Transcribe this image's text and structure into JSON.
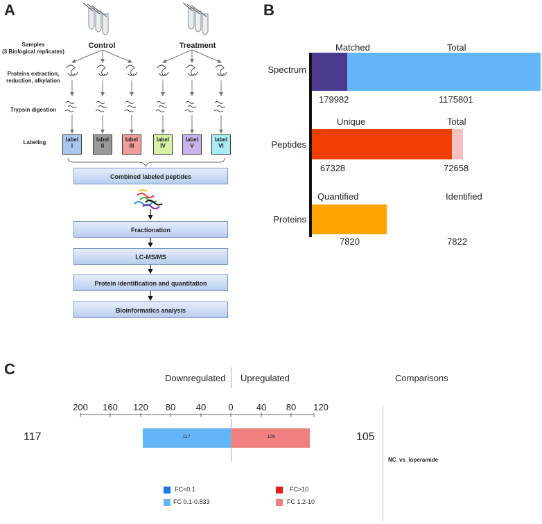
{
  "panels": {
    "a": "A",
    "b": "B",
    "c": "C"
  },
  "panel_a": {
    "samples_label": "Samples\n(3 Biological replicates)",
    "extraction_label": "Proteins extraction,\nreduction, alkylation",
    "digestion_label": "Trypsin digestion",
    "labeling_label": "Labeling",
    "group_control": "Control",
    "group_treatment": "Treatment",
    "labels": [
      {
        "line1": "label",
        "line2": "I",
        "color": "#a9c6ef"
      },
      {
        "line1": "label",
        "line2": "II",
        "color": "#9a9a9a"
      },
      {
        "line1": "label",
        "line2": "III",
        "color": "#f19c9c"
      },
      {
        "line1": "label",
        "line2": "IV",
        "color": "#d8f0a8"
      },
      {
        "line1": "label",
        "line2": "V",
        "color": "#c8b4e6"
      },
      {
        "line1": "label",
        "line2": "VI",
        "color": "#a8ecf4"
      }
    ],
    "steps": [
      "Combined labeled peptides",
      "Fractionation",
      "LC-MS/MS",
      "Protein identification and quantitation",
      "Bioinformatics analysis"
    ]
  },
  "panel_b": {
    "rows": [
      {
        "name": "Spectrum",
        "left_header": "Matched",
        "right_header": "Total",
        "left_value": "179982",
        "right_value": "1175801"
      },
      {
        "name": "Peptides",
        "left_header": "Unique",
        "right_header": "Total",
        "left_value": "67328",
        "right_value": "72658"
      },
      {
        "name": "Proteins",
        "left_header": "Quantified",
        "right_header": "Identified",
        "left_value": "7820",
        "right_value": "7822"
      }
    ]
  },
  "panel_c": {
    "header_down": "Downregulated",
    "header_up": "Upregulated",
    "header_comparisons": "Comparisons",
    "down_ticks": [
      "200",
      "160",
      "120",
      "80",
      "40",
      "0"
    ],
    "up_ticks": [
      "0",
      "40",
      "80",
      "120"
    ],
    "left_total": "117",
    "right_total": "105",
    "comparison_name": "NC_vs_loperamide",
    "legend": [
      {
        "label": "FC<0.1",
        "color": "#1f78e0"
      },
      {
        "label": "FC>10",
        "color": "#e81c1c"
      },
      {
        "label": "FC 0.1-0.833",
        "color": "#64b5f6"
      },
      {
        "label": "FC 1.2-10",
        "color": "#f08080"
      }
    ]
  },
  "chart_data": [
    {
      "type": "bar",
      "categories": [
        "Spectrum",
        "Peptides",
        "Proteins"
      ],
      "series": [
        {
          "name": "Matched / Unique / Quantified",
          "values": [
            179982,
            67328,
            7820
          ]
        },
        {
          "name": "Total / Total / Identified",
          "values": [
            1175801,
            72658,
            7822
          ]
        }
      ]
    },
    {
      "type": "bar",
      "categories": [
        "NC_vs_loperamide"
      ],
      "series": [
        {
          "name": "Downregulated",
          "values": [
            117
          ]
        },
        {
          "name": "Upregulated",
          "values": [
            105
          ]
        }
      ],
      "xlim_down": [
        200,
        0
      ],
      "xlim_up": [
        0,
        120
      ]
    }
  ]
}
